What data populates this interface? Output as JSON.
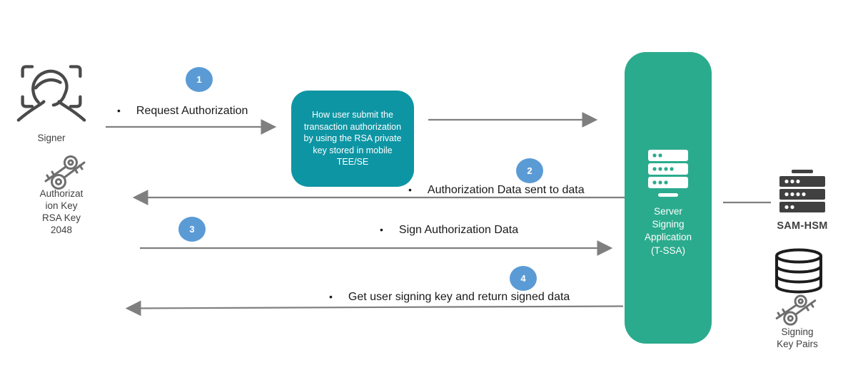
{
  "colors": {
    "process_box_bg": "#0e95a4",
    "server_box_bg": "#2bab8d",
    "step_badge_bg": "#5b9bd5",
    "arrow_gray": "#7f7f7f",
    "text_dark": "#1a1a1a",
    "label_gray": "#3f3f3f",
    "icon_dark": "#404040"
  },
  "actors": {
    "signer": {
      "label": "Signer"
    },
    "authorization_key": {
      "label_lines": [
        "Authorizat",
        "ion Key",
        "RSA Key",
        "2048"
      ]
    },
    "sam_hsm": {
      "label": "SAM-HSM"
    },
    "signing_key_pairs": {
      "label_lines": [
        "Signing",
        "Key Pairs"
      ]
    }
  },
  "process_box": {
    "text": "How user submit the transaction authorization by using the RSA private key stored in mobile TEE/SE"
  },
  "server_box": {
    "label_lines": [
      "Server",
      "Signing",
      "Application",
      "(T-SSA)"
    ]
  },
  "steps": [
    {
      "number": "1",
      "bullet": "•",
      "text": "Request Authorization"
    },
    {
      "number": "2",
      "bullet": "•",
      "text": "Authorization  Data sent to data"
    },
    {
      "number": "3",
      "bullet": "•",
      "text": "Sign Authorization  Data"
    },
    {
      "number": "4",
      "bullet": "•",
      "text": "Get user signing key and return signed data"
    }
  ]
}
